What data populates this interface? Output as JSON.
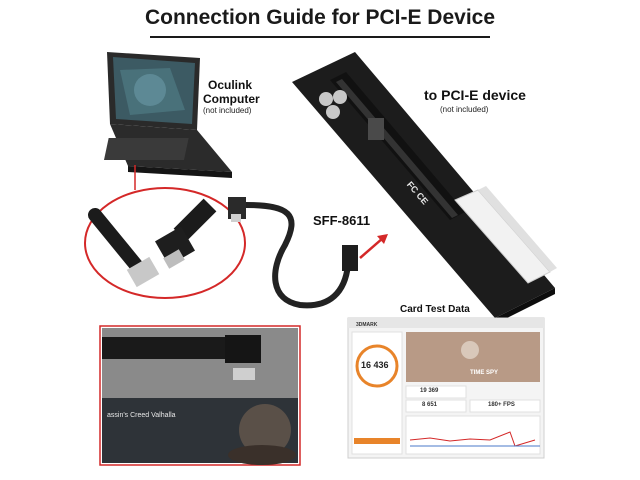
{
  "title": "Connection Guide for PCI-E Device",
  "labels": {
    "oculink": "Oculink",
    "computer": "Computer",
    "oculink_note": "(not included)",
    "pcie": "to PCI-E device",
    "pcie_note": "(not included)",
    "sff": "SFF-8611",
    "card_test": "Card Test Data"
  },
  "board_marks": {
    "fcc": "FC CE"
  },
  "game": {
    "title": "assin's Creed Valhalla"
  },
  "benchmark": {
    "app": "3DMARK",
    "test": "TIME SPY",
    "score": "16 436",
    "graphics_score": "19 369",
    "cpu_score": "8 651",
    "fps": "180+ FPS"
  },
  "colors": {
    "accent_red": "#d42828",
    "board": "#1c1c1c",
    "orange": "#e8842a"
  }
}
